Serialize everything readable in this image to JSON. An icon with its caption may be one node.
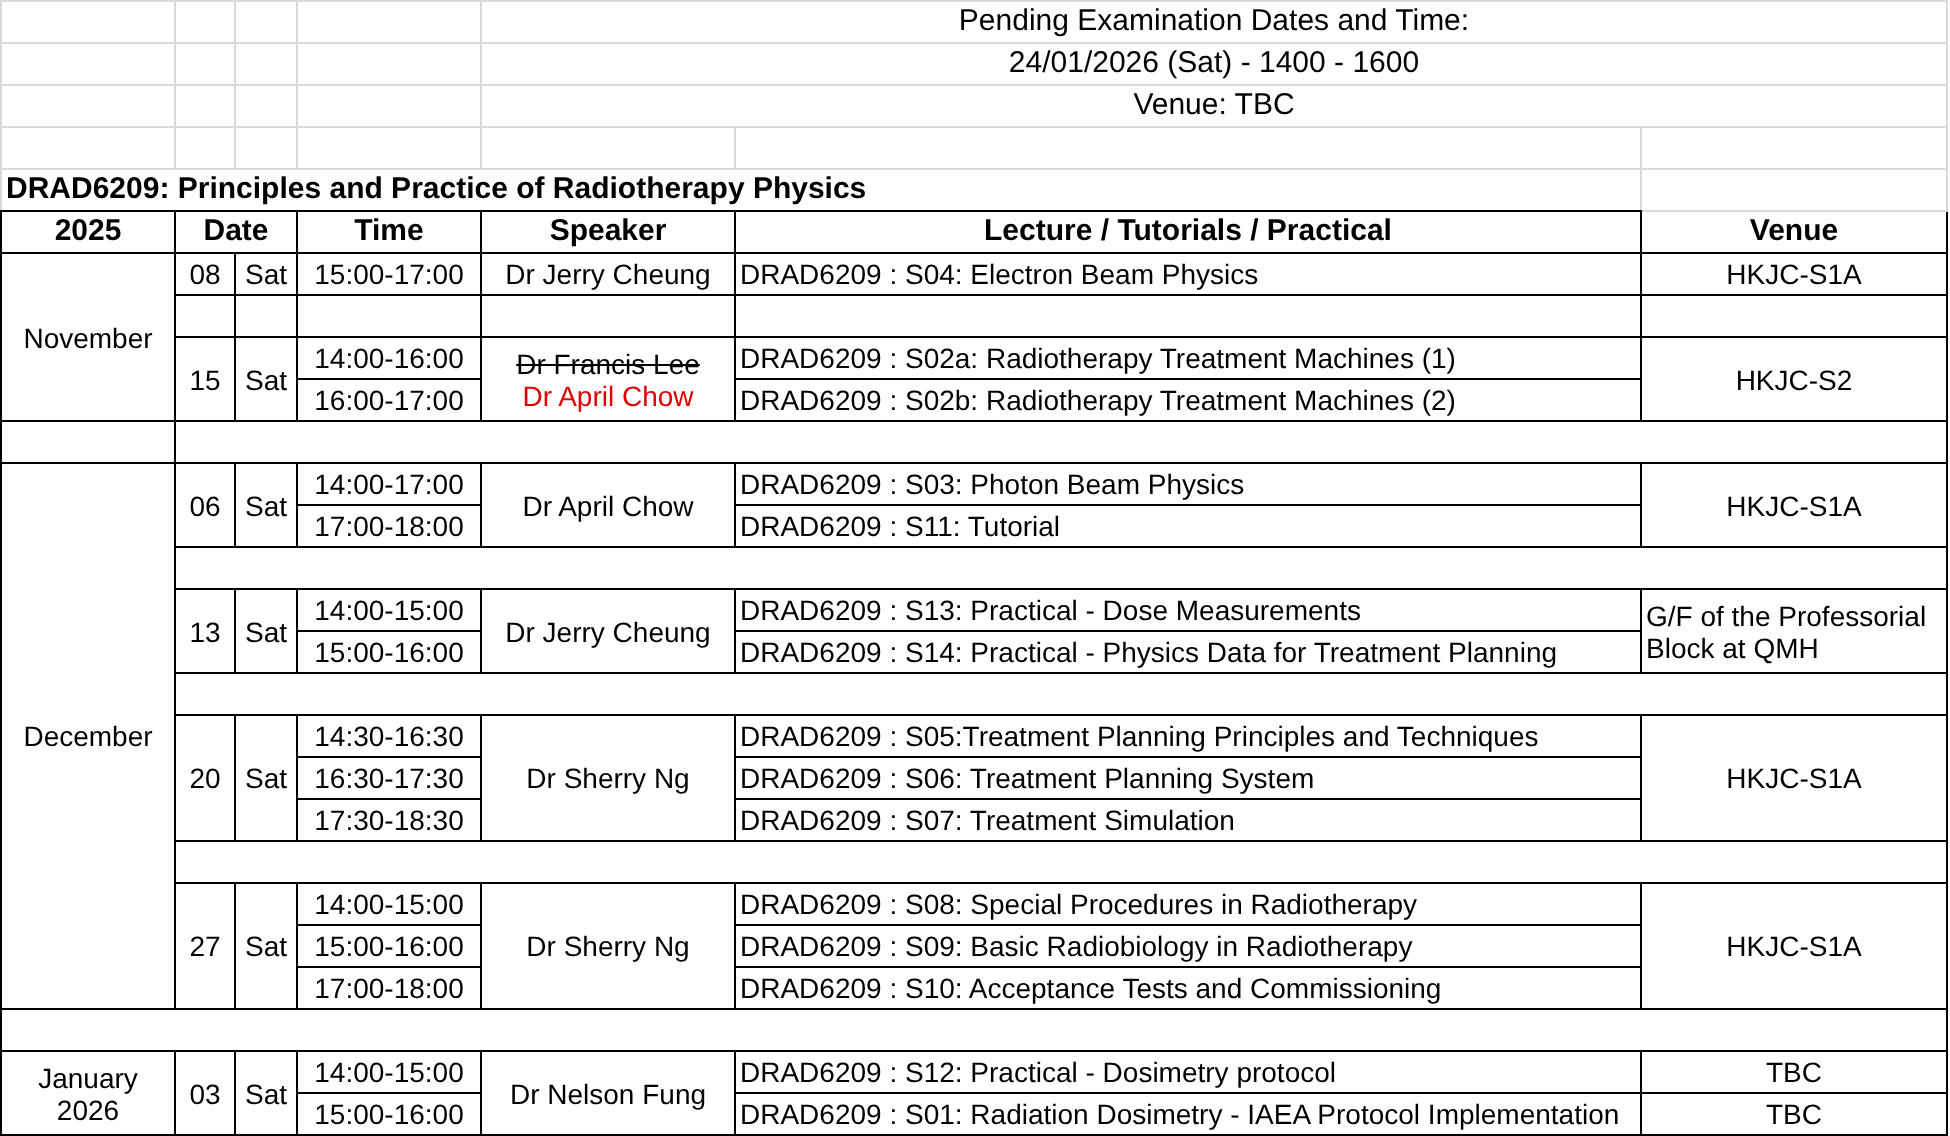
{
  "diagram": {
    "labels": [
      "Pending Examination Dates and Time:",
      "24/01/2026 (Sat) - 1400 - 1600",
      "Venue: TBC",
      "DRAD6209: Principles and Practice of Radiotherapy Physics",
      "2025",
      "Date",
      "Time",
      "Speaker",
      "Lecture / Tutorials / Practical",
      "Venue",
      "November",
      "08",
      "Sat",
      "15:00-17:00",
      "Dr Jerry Cheung",
      "DRAD6209 : S04: Electron Beam Physics",
      "HKJC-S1A",
      "15",
      "Sat",
      "14:00-16:00",
      "Dr Francis Lee",
      "Dr April Chow",
      "DRAD6209 : S02a: Radiotherapy Treatment Machines (1)",
      "HKJC-S2",
      "16:00-17:00",
      "DRAD6209 : S02b: Radiotherapy Treatment Machines (2)",
      "December",
      "06",
      "Sat",
      "14:00-17:00",
      "Dr April Chow",
      "DRAD6209 : S03: Photon Beam Physics",
      "HKJC-S1A",
      "17:00-18:00",
      "DRAD6209 : S11: Tutorial",
      "13",
      "Sat",
      "14:00-15:00",
      "Dr Jerry Cheung",
      "DRAD6209 : S13: Practical - Dose Measurements",
      "G/F of the Professorial Block at QMH",
      "15:00-16:00",
      "DRAD6209 : S14: Practical - Physics Data for Treatment Planning",
      "14:30-16:30",
      "DRAD6209 : S05:Treatment Planning Principles and Techniques",
      "20",
      "Sat",
      "16:30-17:30",
      "Dr Sherry Ng",
      "DRAD6209 : S06: Treatment Planning System",
      "HKJC-S1A",
      "17:30-18:30",
      "DRAD6209 : S07: Treatment Simulation",
      "14:00-15:00",
      "DRAD6209 : S08: Special Procedures in Radiotherapy",
      "27",
      "Sat",
      "15:00-16:00",
      "Dr Sherry Ng",
      "DRAD6209 : S09: Basic Radiobiology in Radiotherapy",
      "HKJC-S1A",
      "17:00-18:00",
      "DRAD6209 : S10: Acceptance Tests and Commissioning",
      "January 2026",
      "03",
      "Sat",
      "14:00-15:00",
      "Dr Nelson Fung",
      "DRAD6209 : S12: Practical - Dosimetry protocol",
      "TBC",
      "15:00-16:00",
      "DRAD6209 : S01: Radiation Dosimetry - IAEA Protocol Implementation",
      "TBC"
    ]
  }
}
